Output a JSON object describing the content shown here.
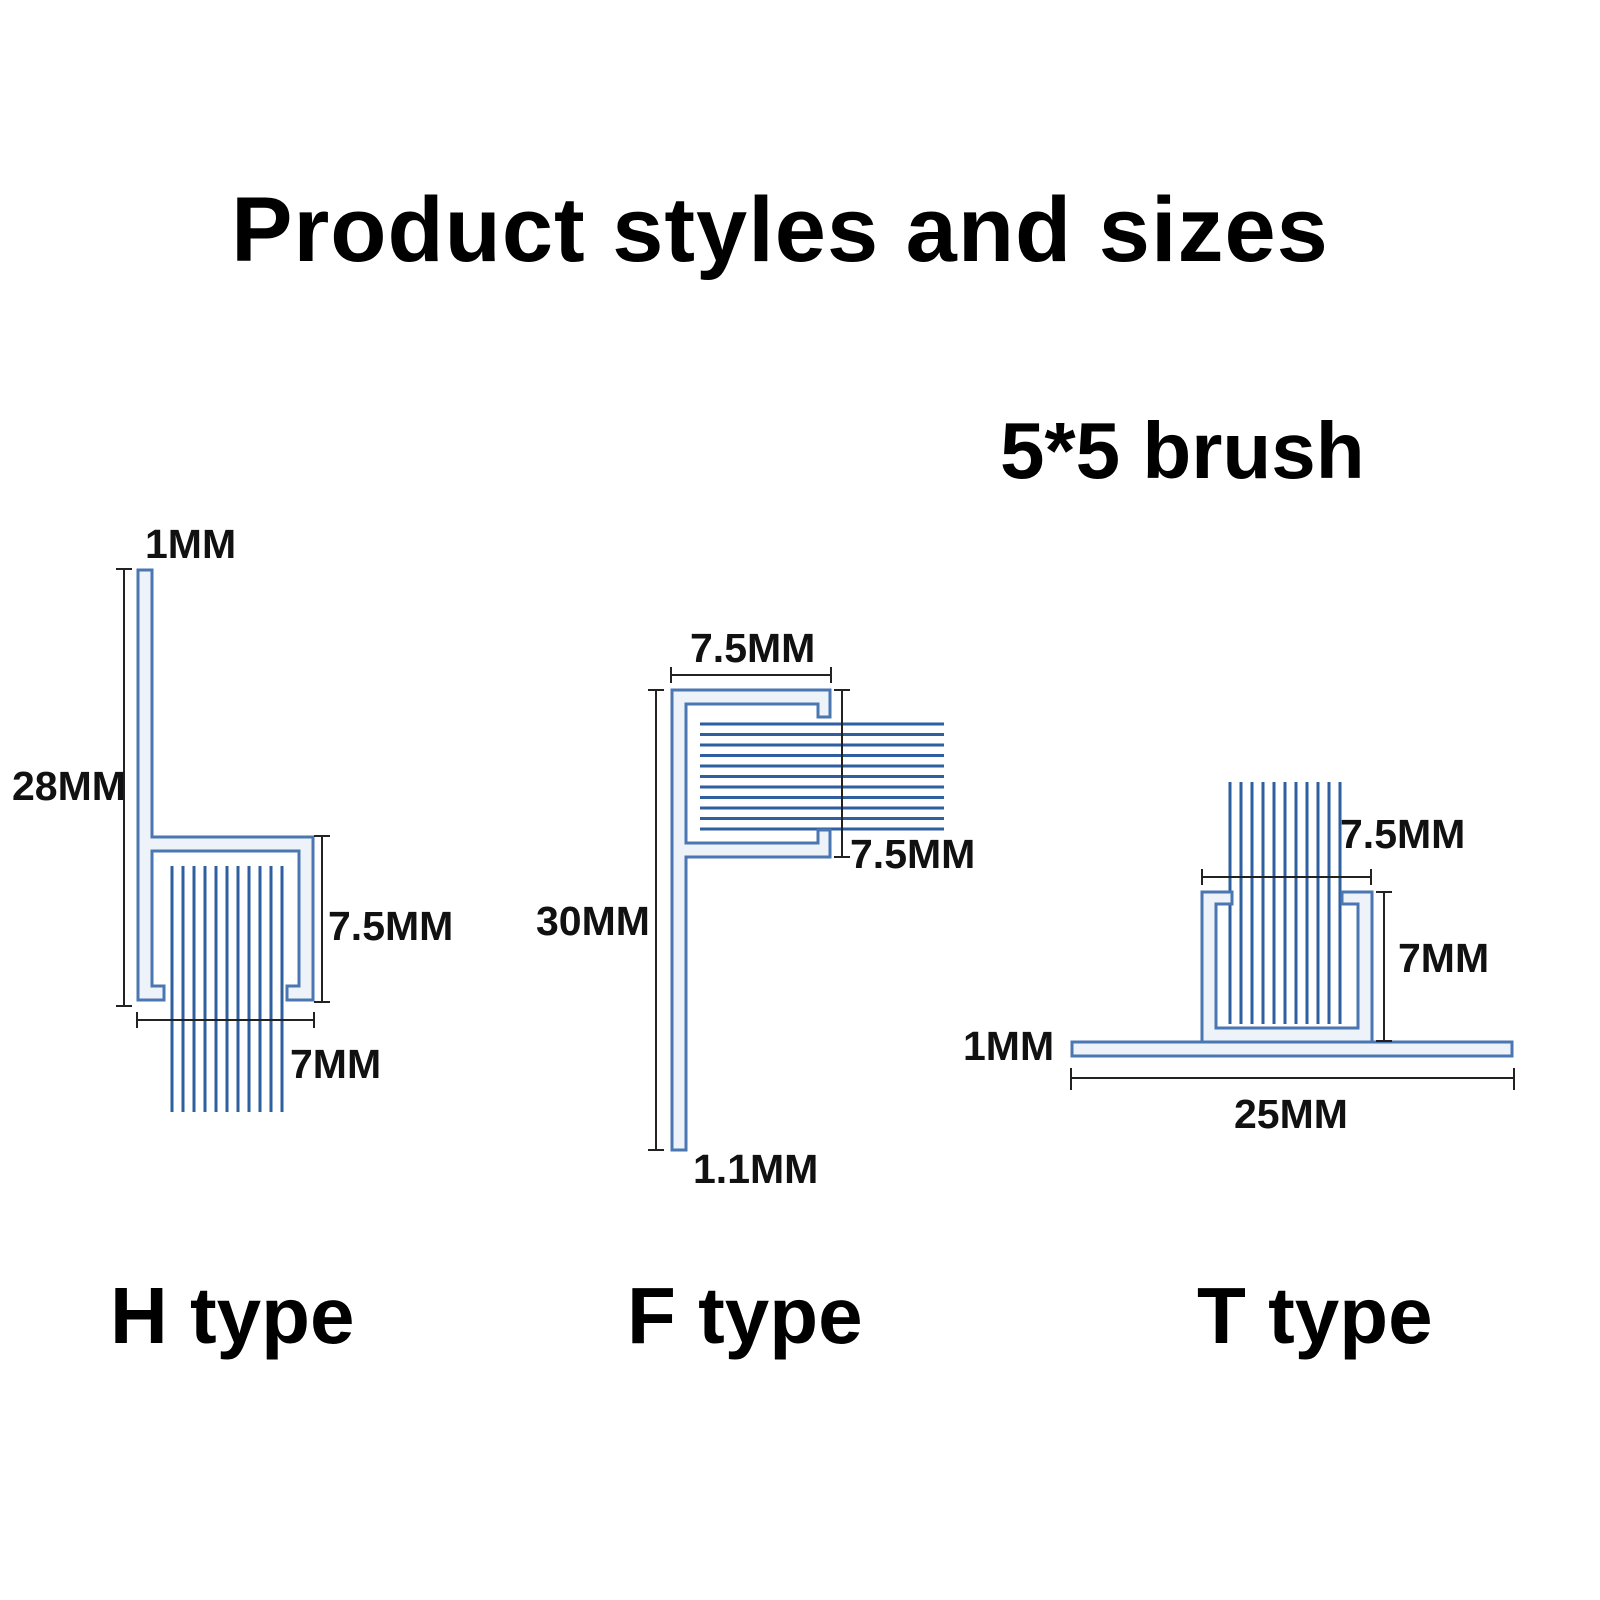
{
  "title": "Product styles and sizes",
  "subtitle": "5*5 brush",
  "colors": {
    "profile": "#4a76b2",
    "profile_fill": "#eef3fa",
    "bristle": "#2e5f9e",
    "dimension": "#222222",
    "text": "#000000"
  },
  "h_type": {
    "label": "H type",
    "dims": {
      "top": "1MM",
      "height": "28MM",
      "channel": "7.5MM",
      "width": "7MM"
    }
  },
  "f_type": {
    "label": "F type",
    "dims": {
      "top": "7.5MM",
      "channel": "7.5MM",
      "height": "30MM",
      "bottom": "1.1MM"
    }
  },
  "t_type": {
    "label": "T type",
    "dims": {
      "channel": "7.5MM",
      "height": "7MM",
      "thickness": "1MM",
      "width": "25MM"
    }
  }
}
